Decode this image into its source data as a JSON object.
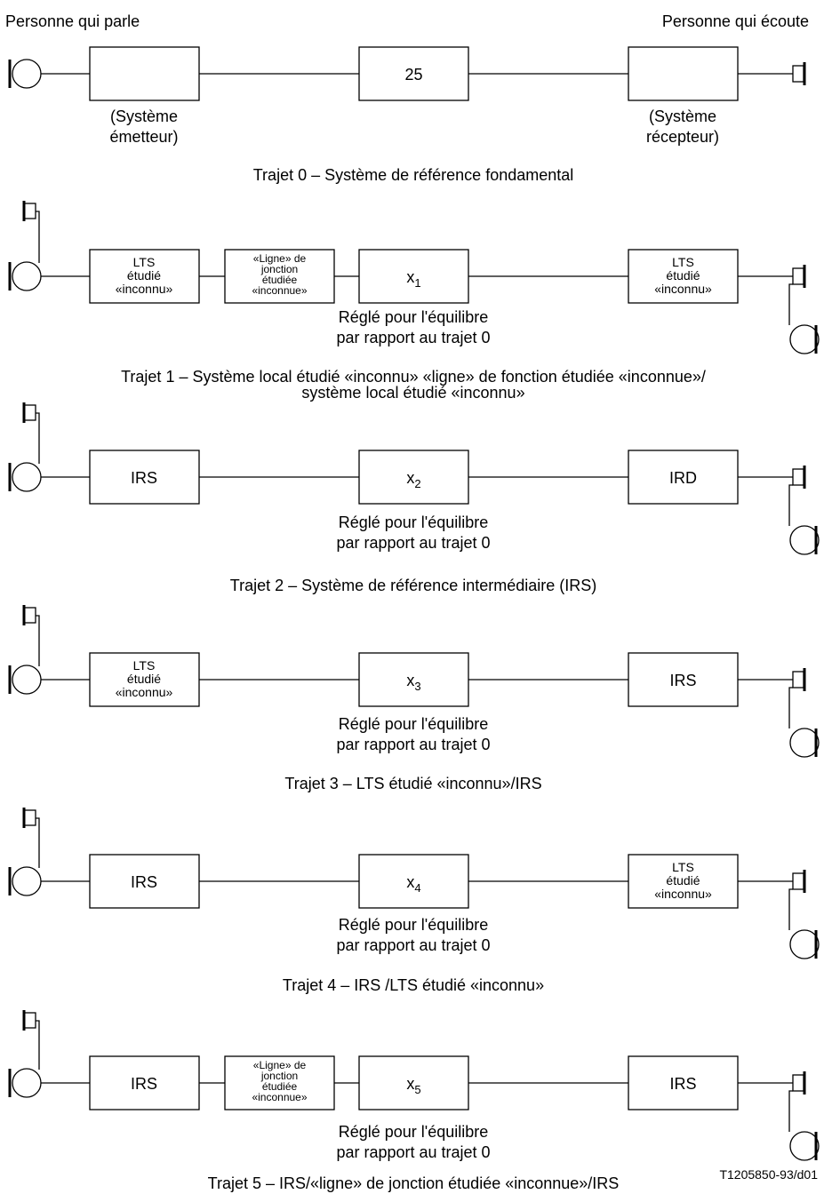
{
  "header": {
    "talker": "Personne qui parle",
    "listener": "Personne qui écoute"
  },
  "path0": {
    "box_center": "25",
    "send_caption": [
      "(Système",
      "émetteur)"
    ],
    "recv_caption": [
      "(Système",
      "récepteur)"
    ],
    "title": "Trajet 0 – Système de référence fondamental"
  },
  "path1": {
    "left_box": [
      "LTS",
      "étudié",
      "«inconnu»"
    ],
    "junction_box": [
      "«Ligne» de",
      "jonction",
      "étudiée",
      "«inconnue»"
    ],
    "x_main": "x",
    "x_sub": "1",
    "right_box": [
      "LTS",
      "étudié",
      "«inconnu»"
    ],
    "note": [
      "Réglé pour l'équilibre",
      "par rapport au trajet 0"
    ],
    "title": [
      "Trajet 1 – Système local étudié «inconnu» «ligne» de fonction étudiée «inconnue»/",
      "système local étudié «inconnu»"
    ]
  },
  "path2": {
    "left_box": "IRS",
    "x_main": "x",
    "x_sub": "2",
    "right_box": "IRD",
    "note": [
      "Réglé pour l'équilibre",
      "par rapport au trajet 0"
    ],
    "title": "Trajet 2 – Système de référence intermédiaire (IRS)"
  },
  "path3": {
    "left_box": [
      "LTS",
      "étudié",
      "«inconnu»"
    ],
    "x_main": "x",
    "x_sub": "3",
    "right_box": "IRS",
    "note": [
      "Réglé pour l'équilibre",
      "par rapport au trajet 0"
    ],
    "title": "Trajet 3 – LTS étudié «inconnu»/IRS"
  },
  "path4": {
    "left_box": "IRS",
    "x_main": "x",
    "x_sub": "4",
    "right_box": [
      "LTS",
      "étudié",
      "«inconnu»"
    ],
    "note": [
      "Réglé pour l'équilibre",
      "par rapport au trajet 0"
    ],
    "title": "Trajet 4 – IRS /LTS étudié «inconnu»"
  },
  "path5": {
    "left_box": "IRS",
    "junction_box": [
      "«Ligne» de",
      "jonction",
      "étudiée",
      "«inconnue»"
    ],
    "x_main": "x",
    "x_sub": "5",
    "right_box": "IRS",
    "note": [
      "Réglé pour l'équilibre",
      "par rapport au trajet 0"
    ],
    "title": "Trajet 5 – IRS/«ligne» de jonction étudiée «inconnue»/IRS"
  },
  "figure_ref": "T1205850-93/d01"
}
